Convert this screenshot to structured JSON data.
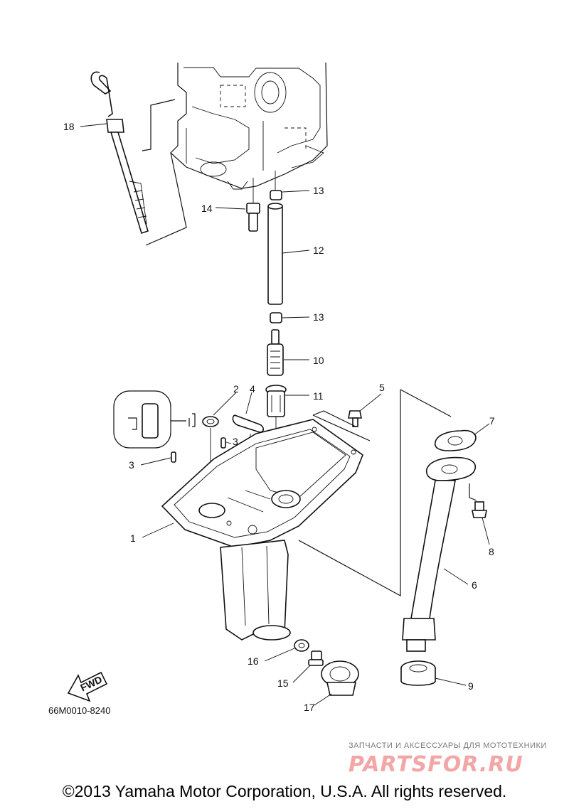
{
  "diagram": {
    "callouts": [
      "1",
      "2",
      "3",
      "3",
      "4",
      "5",
      "6",
      "7",
      "8",
      "9",
      "10",
      "11",
      "12",
      "13",
      "13",
      "14",
      "15",
      "16",
      "17",
      "18"
    ],
    "direction_label": "FWD",
    "drawing_code": "66M0010-8240"
  },
  "watermark": {
    "tagline": "ЗАПЧАСТИ И АКСЕССУАРЫ ДЛЯ МОТОТЕХНИКИ",
    "logo": "PARTSFOR.RU"
  },
  "footer": {
    "copyright": "©2013 Yamaha Motor Corporation, U.S.A. All rights reserved."
  }
}
